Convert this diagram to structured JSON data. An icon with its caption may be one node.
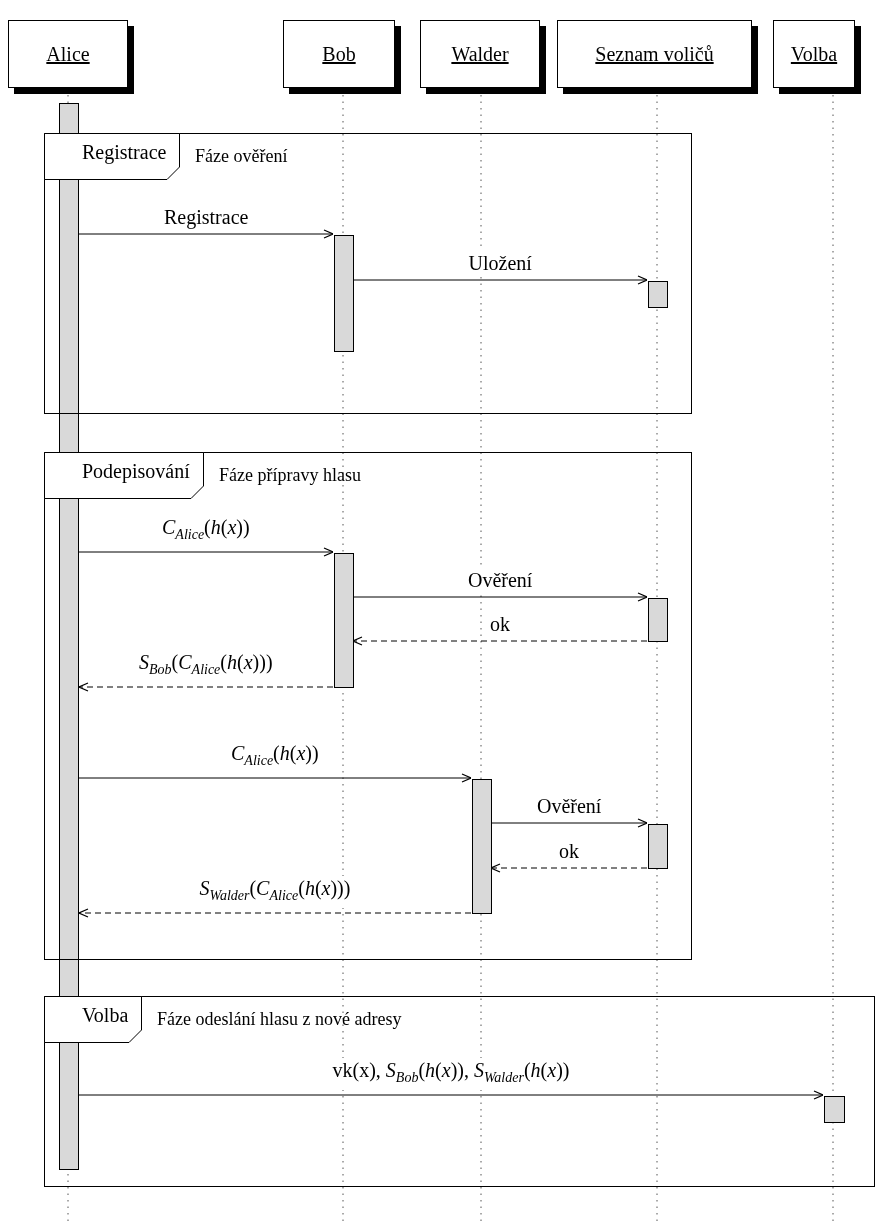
{
  "diagram": {
    "nodes": [
      {
        "text": [
          "Alice"
        ]
      },
      {
        "text": [
          "Bob"
        ]
      },
      {
        "text": [
          "Walder"
        ]
      },
      {
        "text": [
          "Seznam voličů"
        ]
      },
      {
        "text": [
          "Volba"
        ]
      },
      {
        "text": [],
        "shape": "bar"
      },
      {
        "text": [
          "Registrace",
          "Fáze ověření"
        ]
      },
      {
        "text": [],
        "shape": "bar",
        "in": 6
      },
      {
        "text": [],
        "shape": "bar",
        "in": 6
      },
      {
        "text": [
          "Podepisování",
          "Fáze přípravy hlasu"
        ]
      },
      {
        "text": [],
        "shape": "bar",
        "in": 9
      },
      {
        "text": [],
        "shape": "bar",
        "in": 9
      },
      {
        "text": [],
        "shape": "bar",
        "in": 9
      },
      {
        "text": [],
        "shape": "bar",
        "in": 9
      },
      {
        "text": [
          "Volba",
          "Fáze odeslání hlasu z nové adresy"
        ]
      },
      {
        "text": [],
        "shape": "bar",
        "in": 14
      }
    ],
    "edges": [
      {
        "from": 5,
        "to": 7,
        "arrow": "to",
        "label": "Registrace"
      },
      {
        "from": 7,
        "to": 8,
        "arrow": "to",
        "label": "Uložení"
      },
      {
        "from": 5,
        "to": 10,
        "arrow": "to",
        "label": "*C*$_{Alice}$(*h*(*x*))"
      },
      {
        "from": 10,
        "to": 11,
        "arrow": "to",
        "label": "Ověření"
      },
      {
        "from": 11,
        "to": 10,
        "arrow": "to",
        "label": "ok",
        "style": "dashed"
      },
      {
        "from": 10,
        "to": 5,
        "arrow": "to",
        "label": "*S*$_{Bob}$(*C*$_{Alice}$(*h*(*x*)))",
        "style": "dashed"
      },
      {
        "from": 5,
        "to": 12,
        "arrow": "to",
        "label": "*C*$_{Alice}$(*h*(*x*))"
      },
      {
        "from": 12,
        "to": 13,
        "arrow": "to",
        "label": "Ověření"
      },
      {
        "from": 13,
        "to": 12,
        "arrow": "to",
        "label": "ok",
        "style": "dashed"
      },
      {
        "from": 12,
        "to": 5,
        "arrow": "to",
        "label": "*S*$_{Walder}$(*C*$_{Alice}$(*h*(*x*)))",
        "style": "dashed"
      },
      {
        "from": 5,
        "to": 15,
        "arrow": "to",
        "label": "vk(x), *S*$_{Bob}$(*h*(*x*)), *S*$_{Walder}$(*h*(*x*))"
      }
    ]
  }
}
